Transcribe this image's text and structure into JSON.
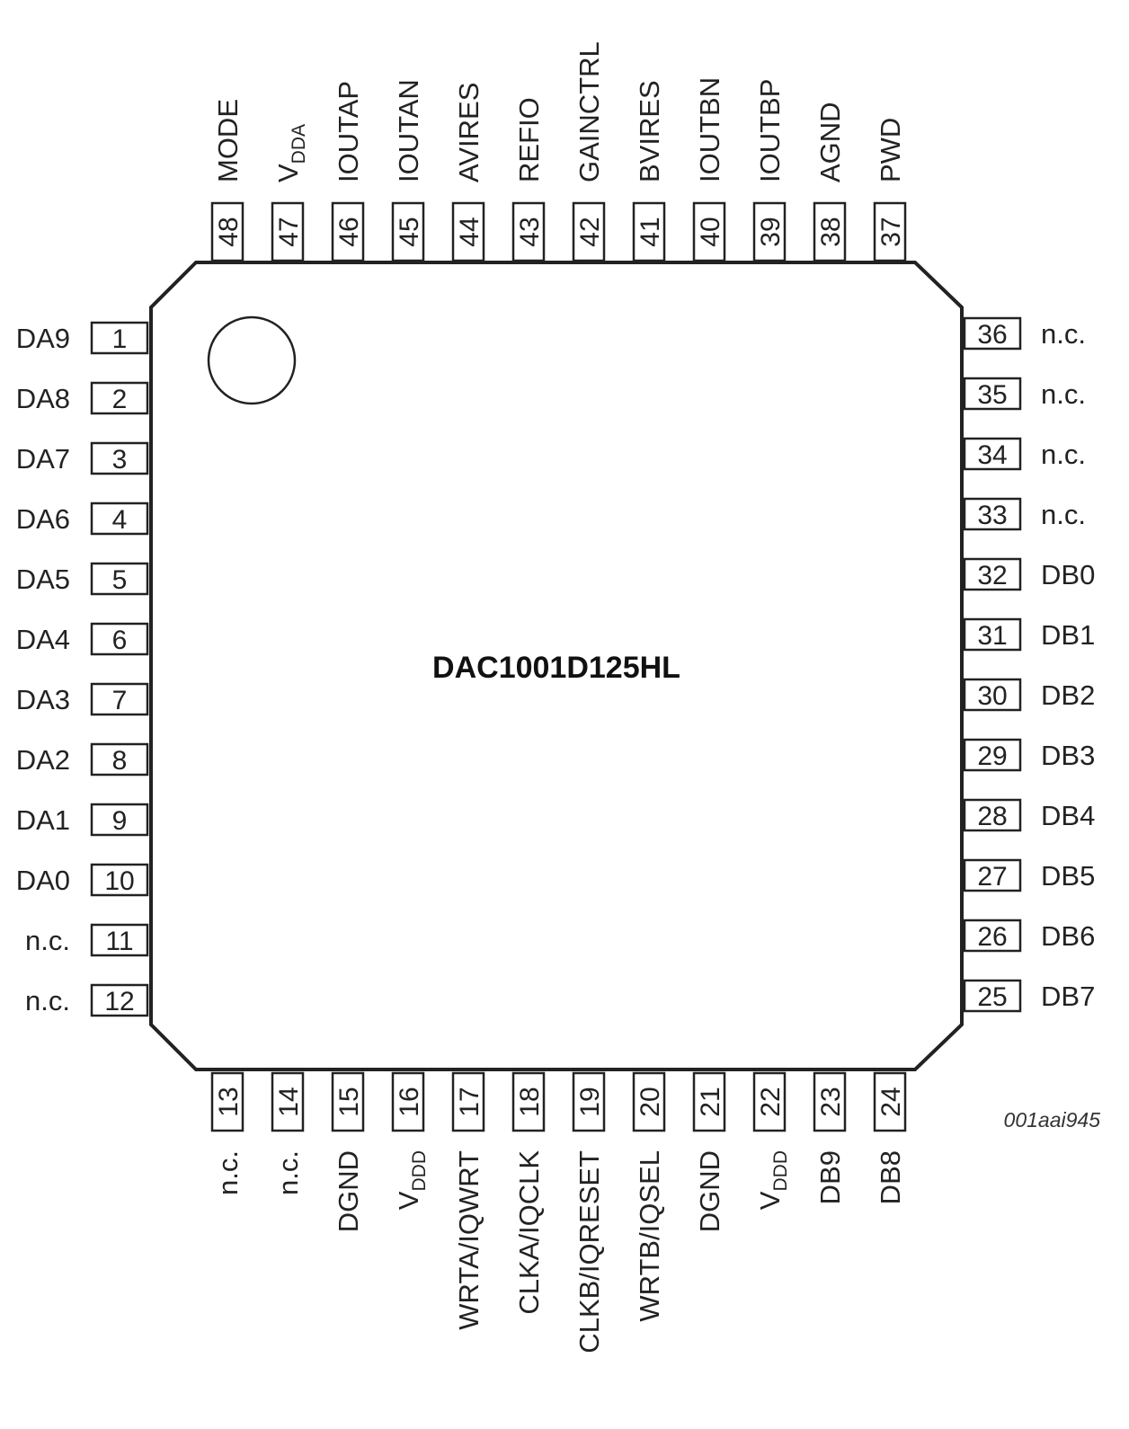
{
  "chip": {
    "name": "DAC1001D125HL",
    "figure_id": "001aai945"
  },
  "pins": {
    "left": [
      {
        "num": "1",
        "label": "DA9"
      },
      {
        "num": "2",
        "label": "DA8"
      },
      {
        "num": "3",
        "label": "DA7"
      },
      {
        "num": "4",
        "label": "DA6"
      },
      {
        "num": "5",
        "label": "DA5"
      },
      {
        "num": "6",
        "label": "DA4"
      },
      {
        "num": "7",
        "label": "DA3"
      },
      {
        "num": "8",
        "label": "DA2"
      },
      {
        "num": "9",
        "label": "DA1"
      },
      {
        "num": "10",
        "label": "DA0"
      },
      {
        "num": "11",
        "label": "n.c."
      },
      {
        "num": "12",
        "label": "n.c."
      }
    ],
    "bottom": [
      {
        "num": "13",
        "label": "n.c."
      },
      {
        "num": "14",
        "label": "n.c."
      },
      {
        "num": "15",
        "label": "DGND"
      },
      {
        "num": "16",
        "label": "V",
        "sub": "DDD"
      },
      {
        "num": "17",
        "label": "WRTA/IQWRT"
      },
      {
        "num": "18",
        "label": "CLKA/IQCLK"
      },
      {
        "num": "19",
        "label": "CLKB/IQRESET"
      },
      {
        "num": "20",
        "label": "WRTB/IQSEL"
      },
      {
        "num": "21",
        "label": "DGND"
      },
      {
        "num": "22",
        "label": "V",
        "sub": "DDD"
      },
      {
        "num": "23",
        "label": "DB9"
      },
      {
        "num": "24",
        "label": "DB8"
      }
    ],
    "right": [
      {
        "num": "25",
        "label": "DB7"
      },
      {
        "num": "26",
        "label": "DB6"
      },
      {
        "num": "27",
        "label": "DB5"
      },
      {
        "num": "28",
        "label": "DB4"
      },
      {
        "num": "29",
        "label": "DB3"
      },
      {
        "num": "30",
        "label": "DB2"
      },
      {
        "num": "31",
        "label": "DB1"
      },
      {
        "num": "32",
        "label": "DB0"
      },
      {
        "num": "33",
        "label": "n.c."
      },
      {
        "num": "34",
        "label": "n.c."
      },
      {
        "num": "35",
        "label": "n.c."
      },
      {
        "num": "36",
        "label": "n.c."
      }
    ],
    "top": [
      {
        "num": "37",
        "label": "PWD"
      },
      {
        "num": "38",
        "label": "AGND"
      },
      {
        "num": "39",
        "label": "IOUTBP"
      },
      {
        "num": "40",
        "label": "IOUTBN"
      },
      {
        "num": "41",
        "label": "BVIRES"
      },
      {
        "num": "42",
        "label": "GAINCTRL"
      },
      {
        "num": "43",
        "label": "REFIO"
      },
      {
        "num": "44",
        "label": "AVIRES"
      },
      {
        "num": "45",
        "label": "IOUTAN"
      },
      {
        "num": "46",
        "label": "IOUTAP"
      },
      {
        "num": "47",
        "label": "V",
        "sub": "DDA"
      },
      {
        "num": "48",
        "label": "MODE"
      }
    ]
  }
}
